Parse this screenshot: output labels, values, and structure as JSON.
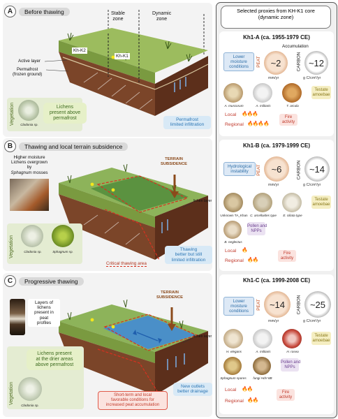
{
  "colors": {
    "grass": "#8fb05a",
    "soil": "#6b3b26",
    "water": "#4a8fc8",
    "red": "#d7301f",
    "blue": "#2f7bc2",
    "green": "#5a8a2a",
    "lichen": "#cfd9bf"
  },
  "panelA": {
    "letter": "A",
    "title": "Before thawing",
    "stable_zone": "Stable\nzone",
    "dynamic_zone": "Dynamic\nzone",
    "kh_k2": "Kh-K2",
    "kh_k1": "Kh-K1",
    "active_layer": "Active layer",
    "permafrost": "Permafrost\n(frozen ground)",
    "vegetation": "Vegetation",
    "species": "Cladonia sp.",
    "lichens_note": "Lichens\npresent above\npermafrost",
    "infiltration_note": "Permafrost\nlimited infiltration"
  },
  "panelB": {
    "letter": "B",
    "title": "Thawing and local terrain subsidence",
    "moisture_note_1": "Higher moisture",
    "moisture_note_2": "Lichens overgrown by",
    "moisture_note_3": "mosses",
    "moisture_italic": "Sphagnum",
    "terrain_subsidence": "TERRAIN\nSUBSIDENCE",
    "lichen_layer": "lichen layer",
    "vegetation": "Vegetation",
    "species_1": "Cladonia sp.",
    "species_2": "Sphagnum sp.",
    "critical_area": "Critical thawing area",
    "thawing_note": "Thawing\nbetter but still\nlimited infiltration"
  },
  "panelC": {
    "letter": "C",
    "title": "Progressive thawing",
    "layers_note": "Layers of\nlichens\npresent in\npeat\nprofiles",
    "terrain_subsidence": "TERRAIN\nSUBSIDENCE",
    "lichen_layer": "lichen layer",
    "vegetation": "Vegetation",
    "species": "Cladonia sp.",
    "lichens_note": "Lichens present\nat the drier areas\nabove permafrost",
    "favorable_note": "Short-term and local\nfavorable conditions for\nincreased peat accumulation",
    "outlets_note": "New outlets\nbetter drainage"
  },
  "right": {
    "header": "Selected proxies from KH-K1 core\n(dynamic zone)",
    "accumulation": "Accumulation",
    "peat": "PEAT",
    "carbon": "CARBON",
    "peat_unit": "mm/yr",
    "carbon_unit": "g C/cm²/yr",
    "testate": "Testate\namoebae",
    "pollen": "Pollen and\nNPPs",
    "fire": "Fire\nactivity",
    "local": "Local",
    "regional": "Regional",
    "k1a": {
      "title": "Kh1-A (ca. 1955-1979 CE)",
      "condition": "Lower\nmoisture\nconditions",
      "peat": "~2",
      "carbon": "~12",
      "taxa": [
        "A. muscorum",
        "A. militaris",
        "T. arcula"
      ],
      "local_fire": "🔥🔥🔥",
      "regional_fire": "🔥🔥🔥🔥"
    },
    "k1b": {
      "title": "Kh1-B (ca. 1979-1999 CE)",
      "condition": "Hydrological\ninstability",
      "peat": "~6",
      "carbon": "~14",
      "taxa": [
        "Unknown TA_Khan",
        "C. arcelloides type",
        "E. ciliata type"
      ],
      "pollen_taxon": "B. neglectus",
      "local_fire": "🔥",
      "regional_fire": "🔥🔥"
    },
    "k1c": {
      "title": "Kh1-C (ca. 1999-2008 CE)",
      "condition": "Lower\nmoisture\nconditions",
      "peat": "~14",
      "carbon": "~25",
      "taxa": [
        "H. elegans",
        "A. militaris",
        "H. rosea"
      ],
      "pollen_taxa": [
        "Sphagnum spores",
        "fungi HdV-8B"
      ],
      "local_fire": "🔥🔥",
      "regional_fire": "🔥🔥"
    }
  }
}
